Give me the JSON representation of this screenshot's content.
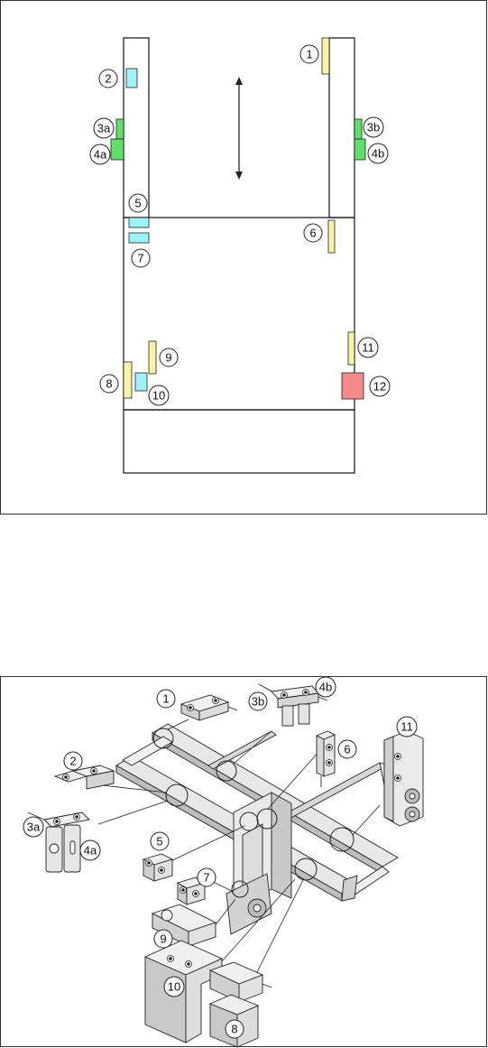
{
  "colors": {
    "yellow": "#f8f4a3",
    "cyan": "#9ff2f6",
    "green": "#5fe06a",
    "red": "#f58a8a",
    "outline": "#222222",
    "part_fill": "#e3e3e3",
    "part_shade": "#bdbdbd"
  },
  "schematic_callouts": [
    {
      "id": "c1",
      "text": "1"
    },
    {
      "id": "c2",
      "text": "2"
    },
    {
      "id": "c3a",
      "text": "3a"
    },
    {
      "id": "c3b",
      "text": "3b"
    },
    {
      "id": "c4a",
      "text": "4a"
    },
    {
      "id": "c4b",
      "text": "4b"
    },
    {
      "id": "c5",
      "text": "5"
    },
    {
      "id": "c6",
      "text": "6"
    },
    {
      "id": "c7",
      "text": "7"
    },
    {
      "id": "c8",
      "text": "8"
    },
    {
      "id": "c9",
      "text": "9"
    },
    {
      "id": "c10",
      "text": "10"
    },
    {
      "id": "c11",
      "text": "11"
    },
    {
      "id": "c12",
      "text": "12"
    }
  ],
  "exploded_callouts": [
    {
      "id": "e1",
      "text": "1"
    },
    {
      "id": "e2",
      "text": "2"
    },
    {
      "id": "e3a",
      "text": "3a"
    },
    {
      "id": "e3b",
      "text": "3b"
    },
    {
      "id": "e4a",
      "text": "4a"
    },
    {
      "id": "e4b",
      "text": "4b"
    },
    {
      "id": "e5",
      "text": "5"
    },
    {
      "id": "e6",
      "text": "6"
    },
    {
      "id": "e7",
      "text": "7"
    },
    {
      "id": "e8",
      "text": "8"
    },
    {
      "id": "e9",
      "text": "9"
    },
    {
      "id": "e10",
      "text": "10"
    },
    {
      "id": "e11",
      "text": "11"
    }
  ]
}
